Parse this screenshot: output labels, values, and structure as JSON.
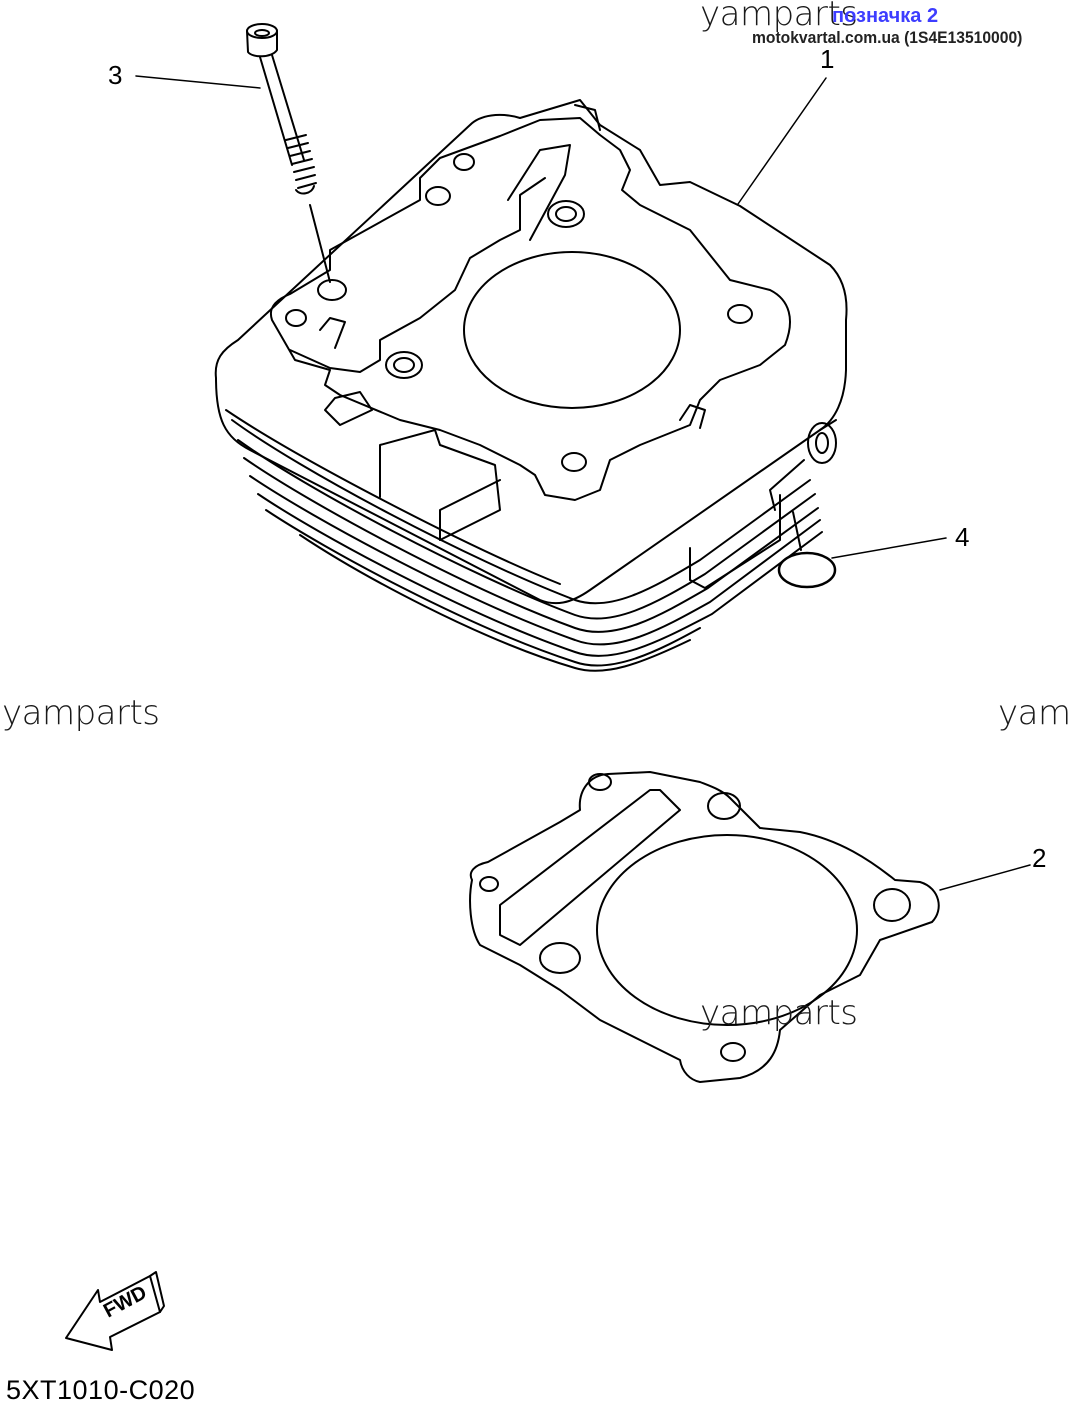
{
  "watermarks": {
    "top": "yamparts",
    "left": "yamparts",
    "right": "yam",
    "center": "yamparts"
  },
  "badge_label": "позначка 2",
  "site_ref": "motokvartal.com.ua (1S4E13510000)",
  "callouts": [
    "1",
    "2",
    "3",
    "4"
  ],
  "fwd_label": "FWD",
  "diagram_code": "5XT1010-C020"
}
